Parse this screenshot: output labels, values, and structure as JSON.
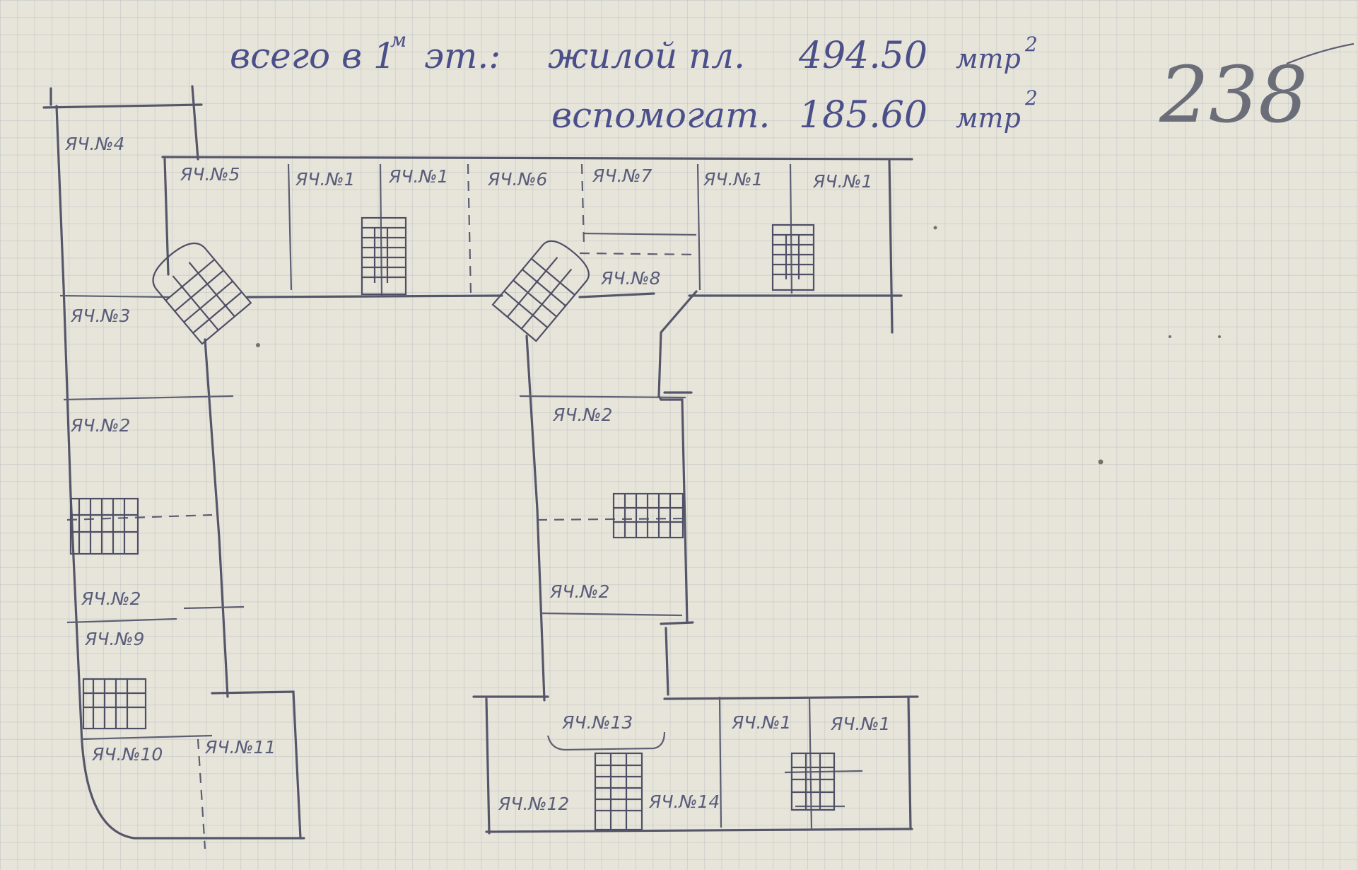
{
  "header": {
    "line1_prefix": "всего в 1",
    "line1_sup": "м",
    "line1_mid": "эт.:",
    "line1_label": "жилой пл.",
    "line1_value": "494.50",
    "line1_unit": "мтр",
    "line1_exp": "2",
    "line2_label": "вспомогат.",
    "line2_value": "185.60",
    "line2_unit": "мтр",
    "line2_exp": "2"
  },
  "page_number": "238",
  "rooms": {
    "r4": "ЯЧ.№4",
    "r5": "ЯЧ.№5",
    "r1a": "ЯЧ.№1",
    "r1b": "ЯЧ.№1",
    "r6": "ЯЧ.№6",
    "r7": "ЯЧ.№7",
    "r1c": "ЯЧ.№1",
    "r1d": "ЯЧ.№1",
    "r3": "ЯЧ.№3",
    "r8": "ЯЧ.№8",
    "r2a": "ЯЧ.№2",
    "r2b": "ЯЧ.№2",
    "r2c": "ЯЧ.№2",
    "r2d": "ЯЧ.№2",
    "r9": "ЯЧ.№9",
    "r10": "ЯЧ.№10",
    "r11": "ЯЧ.№11",
    "r13": "ЯЧ.№13",
    "r1e": "ЯЧ.№1",
    "r1f": "ЯЧ.№1",
    "r12": "ЯЧ.№12",
    "r14": "ЯЧ.№14"
  }
}
